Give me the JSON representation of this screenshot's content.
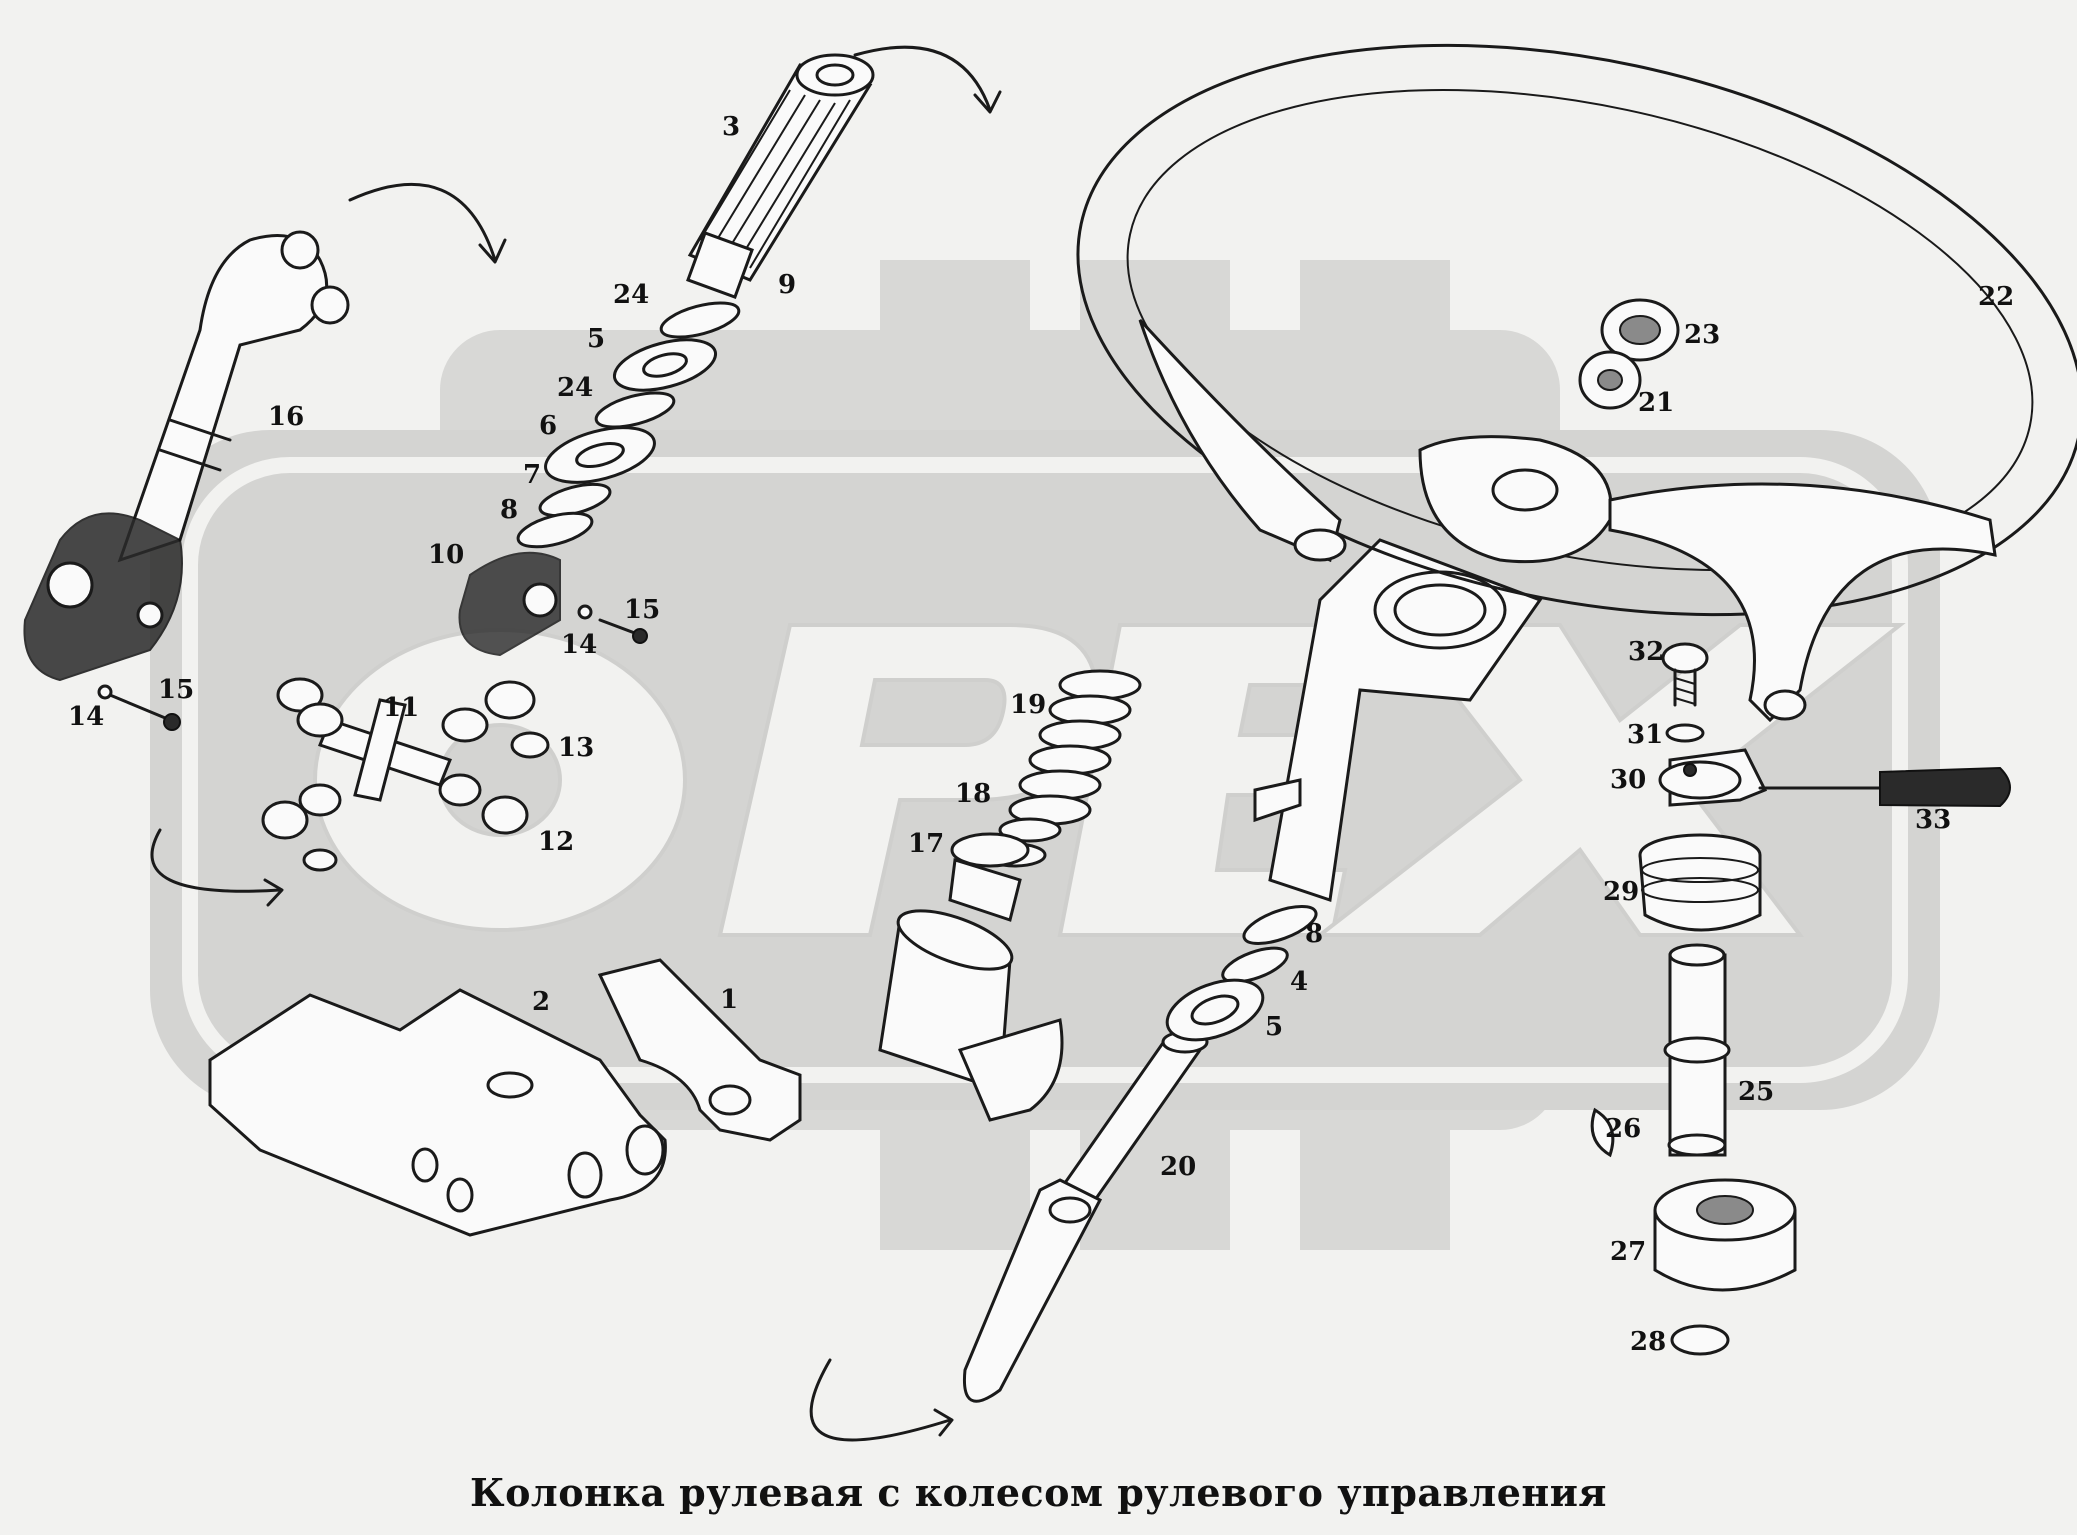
{
  "caption": "Колонка рулевая с колесом рулевого управления",
  "watermark": "OPEX",
  "colors": {
    "background": "#f2f2f0",
    "watermark": "#d6d6d6",
    "ink": "#1a1a1a"
  },
  "labels": [
    "1",
    "2",
    "3",
    "4",
    "5",
    "5",
    "6",
    "7",
    "8",
    "8",
    "9",
    "10",
    "11",
    "12",
    "13",
    "14",
    "14",
    "15",
    "15",
    "16",
    "17",
    "18",
    "19",
    "20",
    "21",
    "22",
    "23",
    "24",
    "24",
    "25",
    "26",
    "27",
    "28",
    "29",
    "30",
    "31",
    "32",
    "33"
  ]
}
